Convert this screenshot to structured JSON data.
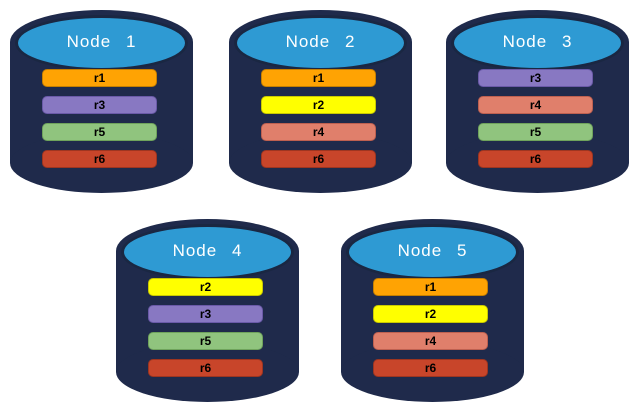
{
  "diagram": {
    "nodes": [
      {
        "label": "Node 1",
        "replicas": [
          "r1",
          "r3",
          "r5",
          "r6"
        ]
      },
      {
        "label": "Node 2",
        "replicas": [
          "r1",
          "r2",
          "r4",
          "r6"
        ]
      },
      {
        "label": "Node 3",
        "replicas": [
          "r3",
          "r4",
          "r5",
          "r6"
        ]
      },
      {
        "label": "Node 4",
        "replicas": [
          "r2",
          "r3",
          "r5",
          "r6"
        ]
      },
      {
        "label": "Node 5",
        "replicas": [
          "r1",
          "r2",
          "r4",
          "r6"
        ]
      }
    ],
    "colors": {
      "cylinder_body": "#1F2A4B",
      "cylinder_lid": "#2E9AD3",
      "lid_border": "#1A2742",
      "title_text": "#FFFFFF",
      "bar_text": "#000000",
      "replicas": {
        "r1": {
          "bg": "#FFA303",
          "border": "#C67F00"
        },
        "r2": {
          "bg": "#FFFF00",
          "border": "#C9C900"
        },
        "r3": {
          "bg": "#8878C2",
          "border": "#6A5AA8"
        },
        "r4": {
          "bg": "#E07F6B",
          "border": "#BE6050"
        },
        "r5": {
          "bg": "#90C47E",
          "border": "#6FA35C"
        },
        "r6": {
          "bg": "#C8452A",
          "border": "#9E3520"
        }
      }
    }
  }
}
